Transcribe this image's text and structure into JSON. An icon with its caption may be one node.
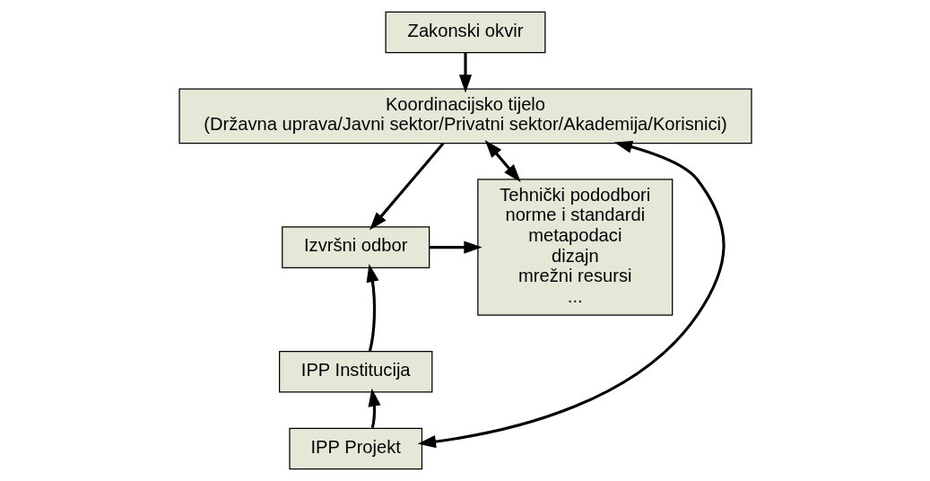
{
  "diagram": {
    "nodes": [
      {
        "text": [
          "Zakonski okvir"
        ]
      },
      {
        "text": [
          "Koordinacijsko tijelo",
          "(Državna uprava/Javni sektor/Privatni sektor/Akademija/Korisnici)"
        ]
      },
      {
        "text": [
          "Izvršni odbor"
        ]
      },
      {
        "text": [
          "Tehnički pododbori",
          "norme i standardi",
          "metapodaci",
          "dizajn",
          "mrežni resursi",
          "..."
        ]
      },
      {
        "text": [
          "IPP Institucija"
        ]
      },
      {
        "text": [
          "IPP Projekt"
        ]
      }
    ],
    "edges": [
      {
        "from": 0,
        "to": 1,
        "arrow": "to"
      },
      {
        "from": 1,
        "to": 2,
        "arrow": "to"
      },
      {
        "from": 1,
        "to": 3,
        "arrow": "both"
      },
      {
        "from": 2,
        "to": 3,
        "arrow": "to"
      },
      {
        "from": 4,
        "to": 2,
        "arrow": "to"
      },
      {
        "from": 5,
        "to": 4,
        "arrow": "to"
      },
      {
        "from": 1,
        "to": 5,
        "arrow": "both"
      }
    ]
  }
}
